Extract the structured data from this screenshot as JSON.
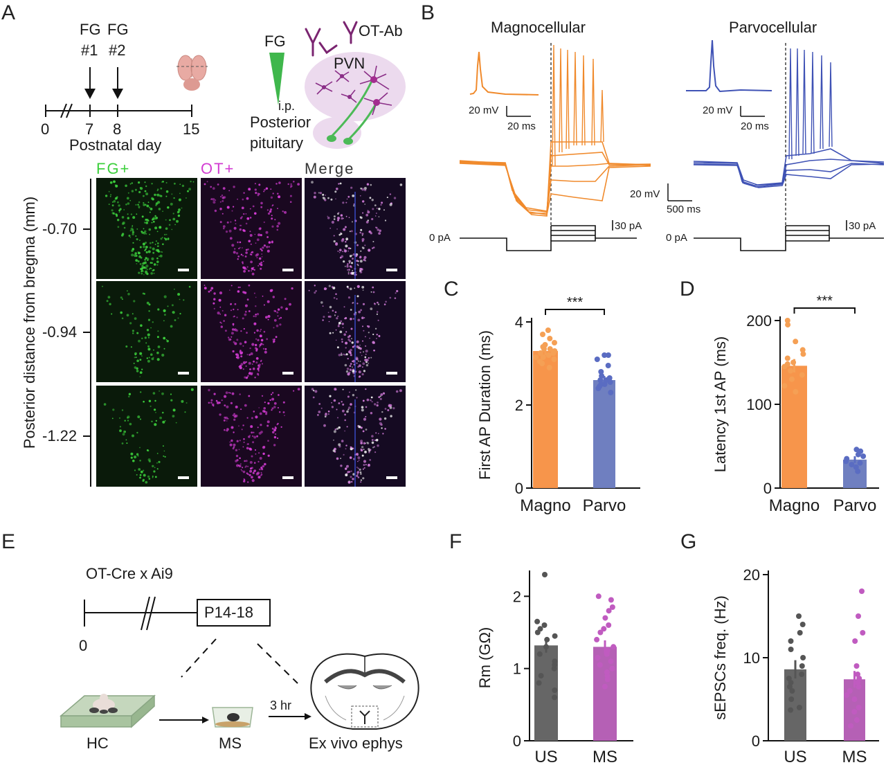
{
  "panels": {
    "A": {
      "label": "A",
      "timeline": {
        "injections": [
          "FG\n#1",
          "FG\n#2"
        ],
        "ticks": [
          "0",
          "7",
          "8",
          "15"
        ],
        "axis_label": "Postnatal day"
      },
      "schematic": {
        "tracer": "FG",
        "route": "i.p.",
        "antibody": "OT-Ab",
        "region": "PVN",
        "target": "Posterior\npituitary"
      },
      "columns": [
        "FG+",
        "OT+",
        "Merge"
      ],
      "column_colors": [
        "#3ccf3c",
        "#d23cd2",
        "#333333"
      ],
      "y_axis_label": "Posterior distance from bregma (mm)",
      "rows": [
        "-0.70",
        "-0.94",
        "-1.22"
      ]
    },
    "B": {
      "label": "B",
      "left_title": "Magnocellular",
      "right_title": "Parvocellular",
      "inset_scale": {
        "mv": "20 mV",
        "ms": "20 ms"
      },
      "main_scale": {
        "mv": "20 mV",
        "ms": "500 ms"
      },
      "current_zero": "0 pA",
      "current_scale": "30 pA",
      "colors": {
        "magno": "#f08a2c",
        "parvo": "#3f52b5"
      }
    },
    "C": {
      "label": "C"
    },
    "D": {
      "label": "D"
    },
    "E": {
      "label": "E",
      "strain": "OT-Cre x Ai9",
      "age_box": "P14-18",
      "tick_zero": "0",
      "conditions": [
        "HC",
        "MS"
      ],
      "interval": "3 hr",
      "endpoint": "Ex vivo ephys"
    },
    "F": {
      "label": "F"
    },
    "G": {
      "label": "G"
    }
  },
  "chart_data": [
    {
      "id": "C",
      "type": "bar",
      "categories": [
        "Magno",
        "Parvo"
      ],
      "values": [
        3.3,
        2.6
      ],
      "sem": [
        0.1,
        0.1
      ],
      "colors": [
        "#f7954b",
        "#6f7fc0"
      ],
      "point_colors": [
        "#f5a055",
        "#5a6cc2"
      ],
      "ylabel": "First AP Duration (ms)",
      "ylim": [
        0,
        4
      ],
      "yticks": [
        0,
        2,
        4
      ],
      "significance": "***",
      "points": [
        [
          3.0,
          3.05,
          3.1,
          3.15,
          3.2,
          3.25,
          3.3,
          3.35,
          3.4,
          3.45,
          3.5,
          3.6,
          3.7,
          3.8,
          2.9,
          3.15,
          3.25,
          3.35
        ],
        [
          2.3,
          2.4,
          2.45,
          2.5,
          2.55,
          2.6,
          2.65,
          2.7,
          2.8,
          2.95,
          3.1,
          3.2,
          3.2,
          2.5,
          2.6
        ]
      ]
    },
    {
      "id": "D",
      "type": "bar",
      "categories": [
        "Magno",
        "Parvo"
      ],
      "values": [
        146,
        34
      ],
      "sem": [
        8,
        4
      ],
      "colors": [
        "#f7954b",
        "#6f7fc0"
      ],
      "point_colors": [
        "#f5a055",
        "#5a6cc2"
      ],
      "ylabel": "Latency 1st AP (ms)",
      "ylim": [
        0,
        200
      ],
      "yticks": [
        0,
        100,
        200
      ],
      "significance": "***",
      "points": [
        [
          115,
          122,
          130,
          140,
          145,
          150,
          155,
          160,
          165,
          175,
          195,
          200,
          135,
          148
        ],
        [
          20,
          25,
          28,
          30,
          32,
          35,
          38,
          40,
          44,
          46
        ]
      ]
    },
    {
      "id": "F",
      "type": "bar",
      "categories": [
        "US",
        "MS"
      ],
      "values": [
        1.32,
        1.3
      ],
      "sem": [
        0.1,
        0.09
      ],
      "colors": [
        "#666666",
        "#b560b5"
      ],
      "point_colors": [
        "#555555",
        "#c05bc0"
      ],
      "ylabel": "Rm (GΩ)",
      "ylim": [
        0,
        2.3
      ],
      "yticks": [
        0,
        1,
        2
      ],
      "points": [
        [
          0.6,
          0.7,
          0.8,
          0.9,
          1.0,
          1.05,
          1.1,
          1.2,
          1.3,
          1.4,
          1.5,
          1.55,
          1.6,
          1.65,
          2.3,
          1.45
        ],
        [
          0.75,
          0.85,
          0.9,
          1.0,
          1.05,
          1.1,
          1.2,
          1.25,
          1.3,
          1.4,
          1.5,
          1.55,
          1.6,
          1.7,
          1.8,
          1.85,
          1.95,
          2.0,
          1.15,
          0.95
        ]
      ]
    },
    {
      "id": "G",
      "type": "bar",
      "categories": [
        "US",
        "MS"
      ],
      "values": [
        8.6,
        7.4
      ],
      "sem": [
        1.1,
        1.0
      ],
      "colors": [
        "#666666",
        "#b560b5"
      ],
      "point_colors": [
        "#555555",
        "#c05bc0"
      ],
      "ylabel": "sEPSCs freq. (Hz)",
      "ylim": [
        0,
        20
      ],
      "yticks": [
        0,
        10,
        20
      ],
      "points": [
        [
          3.7,
          4.0,
          5.0,
          6.0,
          6.5,
          7.0,
          8.0,
          9.0,
          10.0,
          11.0,
          12.0,
          13.0,
          14.0,
          15.0,
          7.5
        ],
        [
          1.8,
          2.5,
          3.5,
          4.0,
          5.0,
          6.0,
          6.5,
          7.0,
          7.5,
          8.0,
          9.0,
          12.0,
          13.0,
          15.0,
          18.0,
          5.5
        ]
      ]
    }
  ]
}
